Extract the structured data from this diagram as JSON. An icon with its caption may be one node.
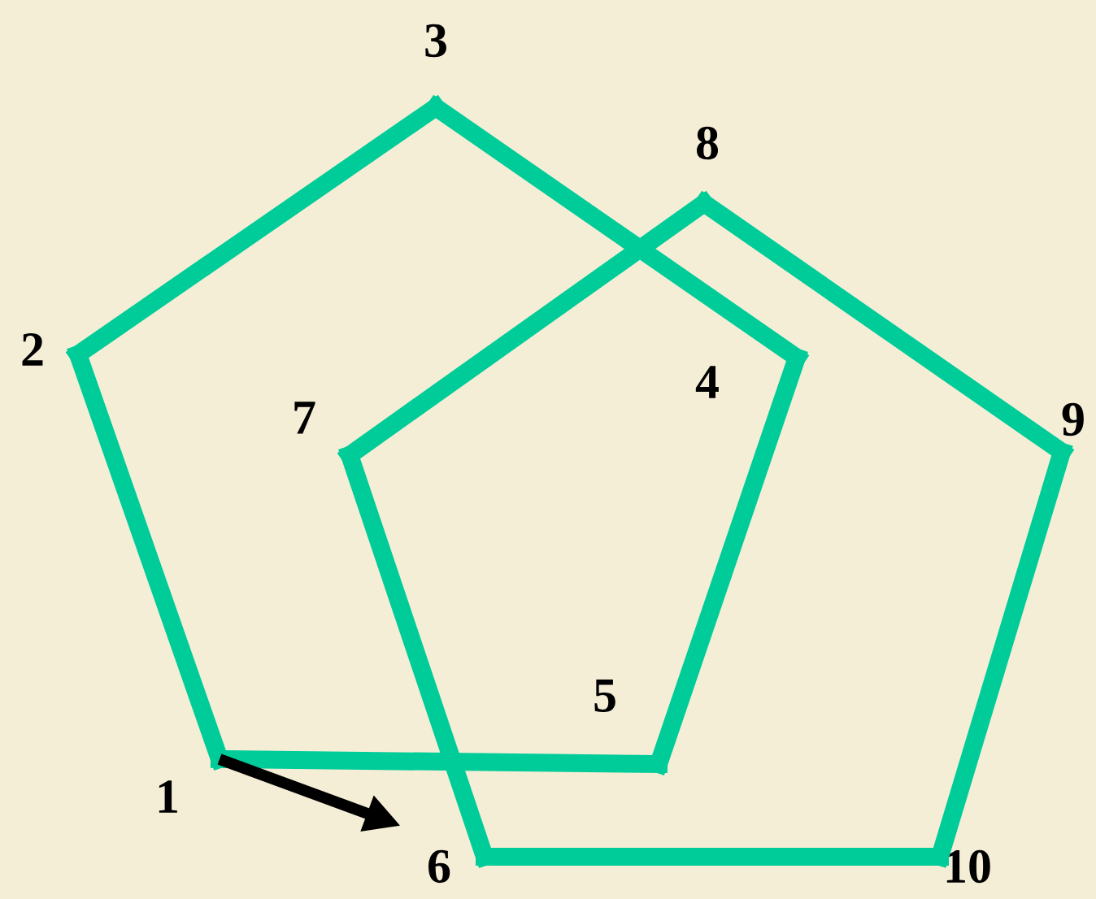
{
  "diagram": {
    "nodes": [
      {
        "text": [
          "1"
        ]
      },
      {
        "text": [
          "2"
        ]
      },
      {
        "text": [
          "3"
        ]
      },
      {
        "text": [
          "4"
        ]
      },
      {
        "text": [
          "5"
        ]
      },
      {
        "text": [
          "6"
        ]
      },
      {
        "text": [
          "7"
        ]
      },
      {
        "text": [
          "8"
        ]
      },
      {
        "text": [
          "9"
        ]
      },
      {
        "text": [
          "10"
        ]
      }
    ],
    "edges": [
      {
        "from": 0,
        "to": 1,
        "arrow": "none"
      },
      {
        "from": 1,
        "to": 2,
        "arrow": "none"
      },
      {
        "from": 2,
        "to": 3,
        "arrow": "none"
      },
      {
        "from": 3,
        "to": 4,
        "arrow": "none"
      },
      {
        "from": 4,
        "to": 0,
        "arrow": "none"
      },
      {
        "from": 5,
        "to": 6,
        "arrow": "none"
      },
      {
        "from": 6,
        "to": 7,
        "arrow": "none"
      },
      {
        "from": 7,
        "to": 8,
        "arrow": "none"
      },
      {
        "from": 8,
        "to": 9,
        "arrow": "none"
      },
      {
        "from": 9,
        "to": 5,
        "arrow": "none"
      },
      {
        "from": 0,
        "to": 5,
        "arrow": "to",
        "color": "#000000"
      }
    ]
  }
}
